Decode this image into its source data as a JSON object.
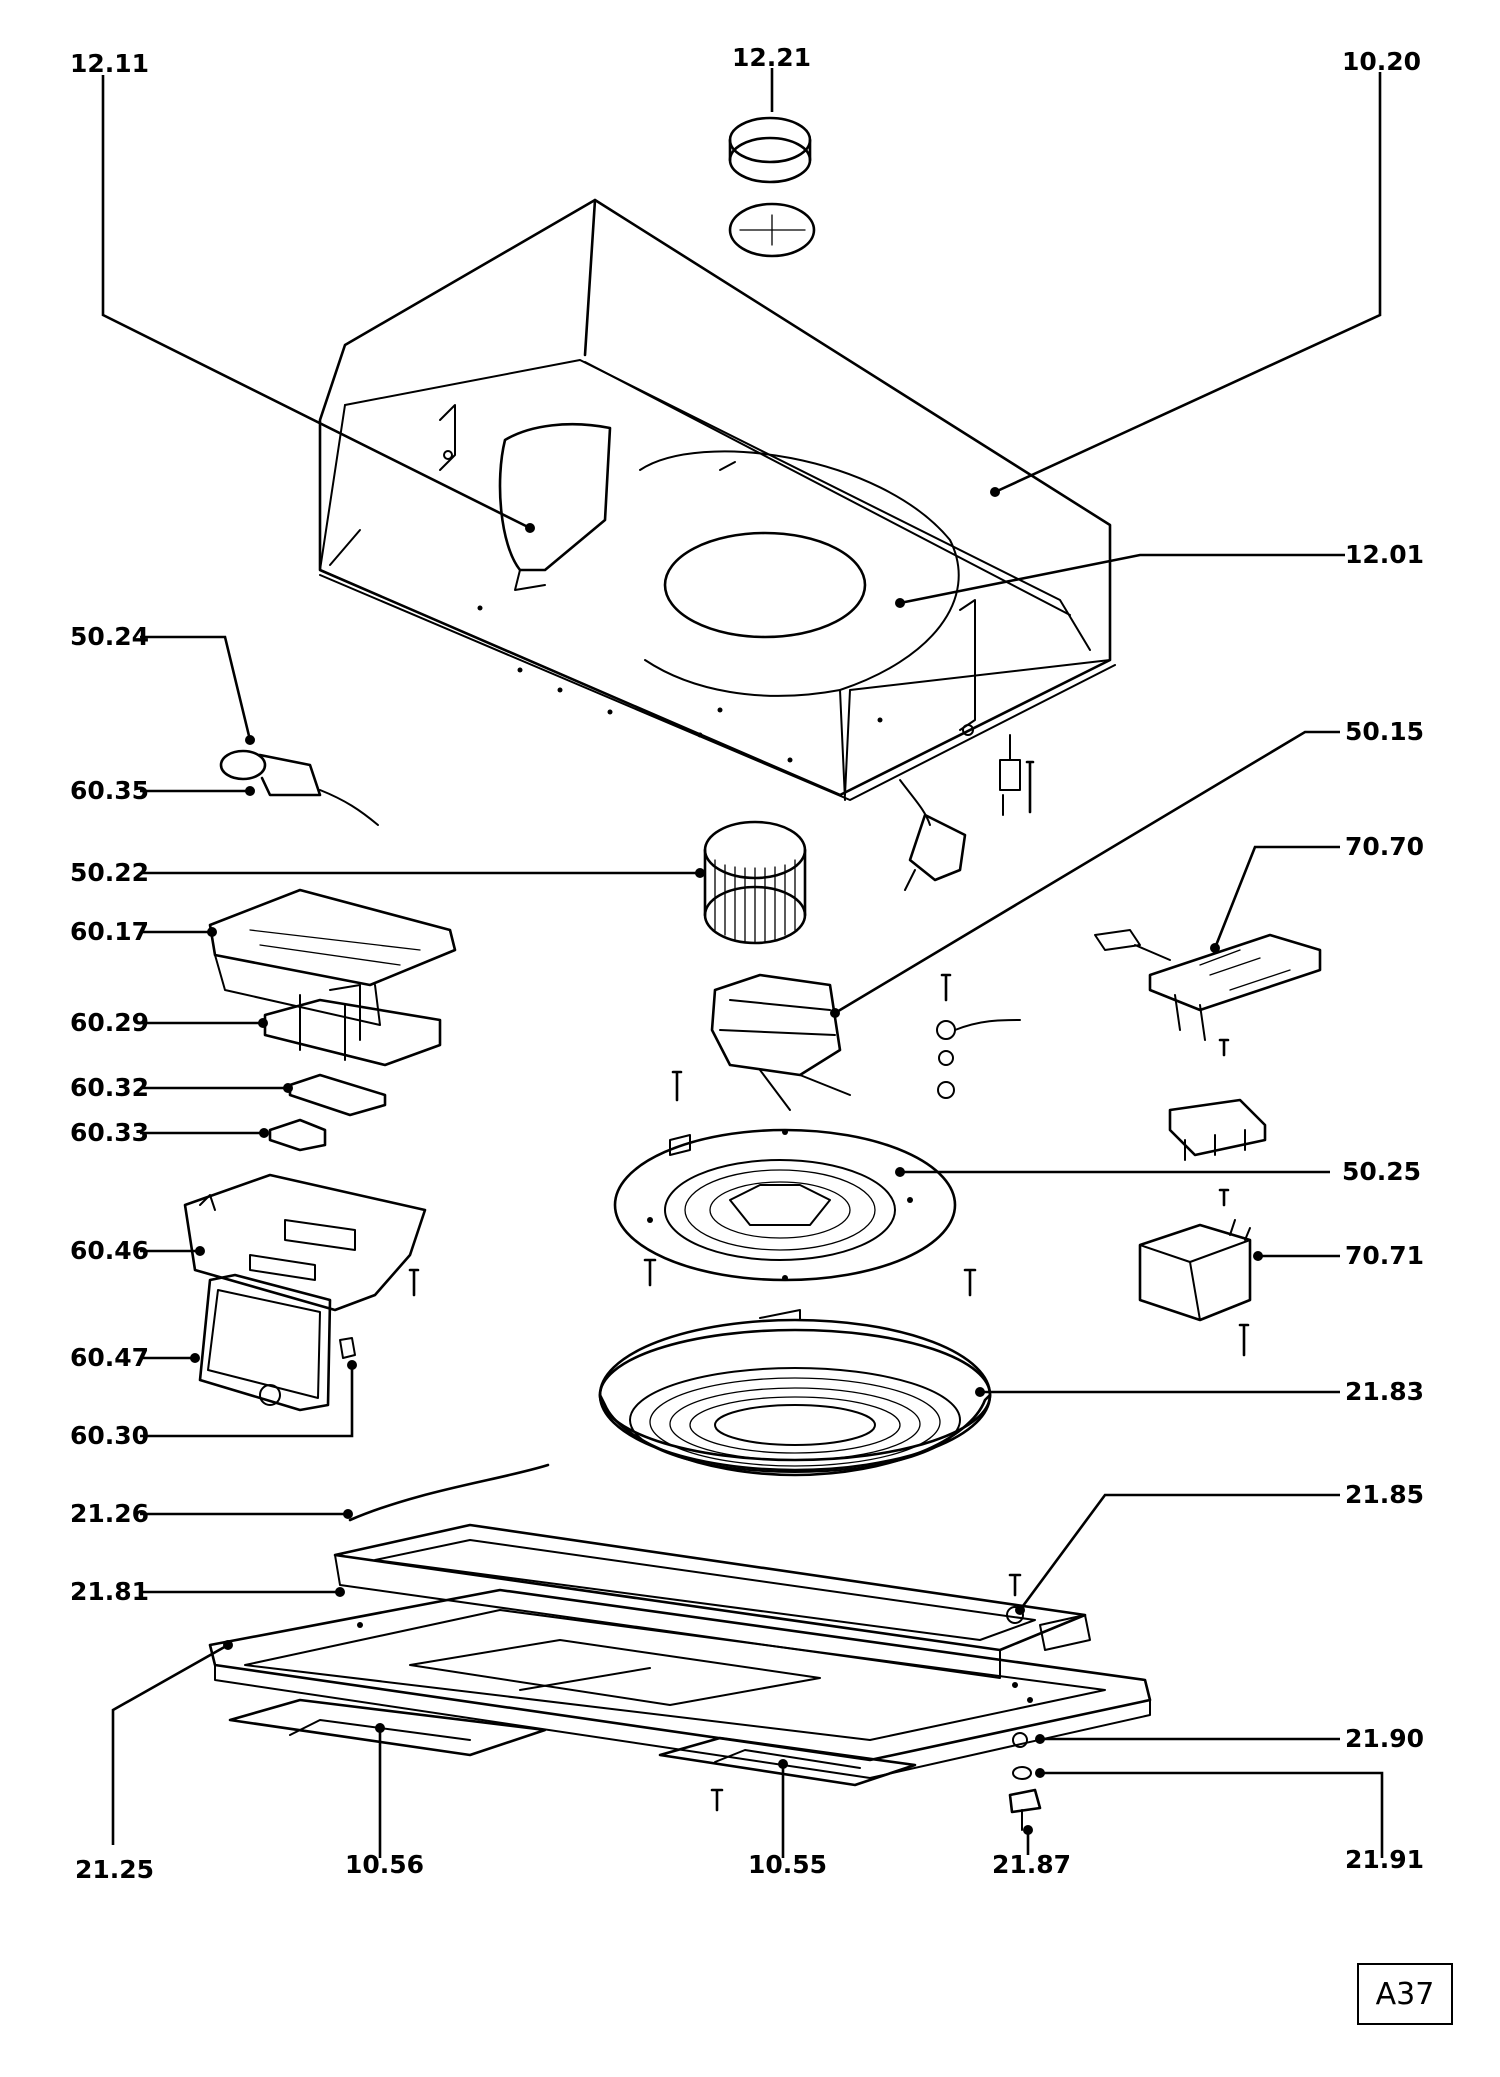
{
  "diagram": {
    "labels": {
      "p1211": "12.11",
      "p1221": "12.21",
      "p1020": "10.20",
      "p1201": "12.01",
      "p5024": "50.24",
      "p6035": "60.35",
      "p5015": "50.15",
      "p5022": "50.22",
      "p6017": "60.17",
      "p7070": "70.70",
      "p6029": "60.29",
      "p6032": "60.32",
      "p6033": "60.33",
      "p5025": "50.25",
      "p6046": "60.46",
      "p7071": "70.71",
      "p6047": "60.47",
      "p2183": "21.83",
      "p6030": "60.30",
      "p2126": "21.26",
      "p2185": "21.85",
      "p2181": "21.81",
      "p2190": "21.90",
      "p2191": "21.91",
      "p2125": "21.25",
      "p1056": "10.56",
      "p1055": "10.55",
      "p2187": "21.87"
    },
    "page_ref": "A37"
  }
}
